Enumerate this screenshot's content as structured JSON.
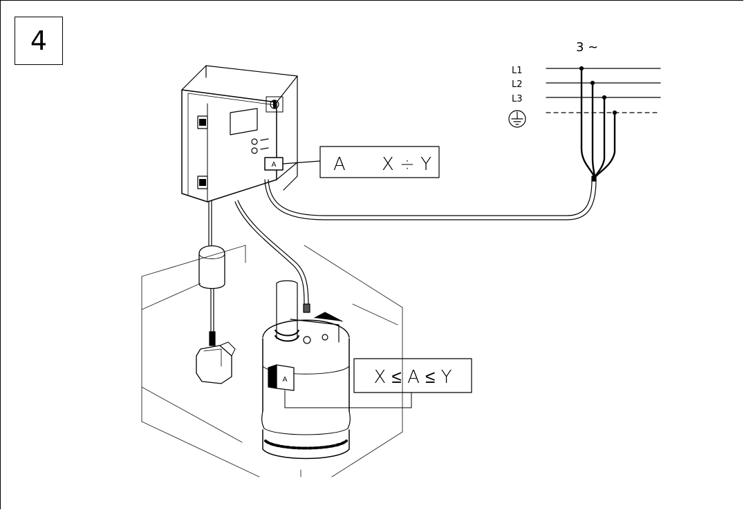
{
  "step_number": "4",
  "supply": {
    "phase_label": "3 ∼",
    "lines": [
      "L1",
      "L2",
      "L3"
    ],
    "ground_symbol": "ground-icon"
  },
  "labels": {
    "panel_range": {
      "left": "A",
      "right": "X ÷ Y"
    },
    "pump_condition": "X ≤ A ≤ Y",
    "panel_tag": "A",
    "pump_tag": "A"
  }
}
